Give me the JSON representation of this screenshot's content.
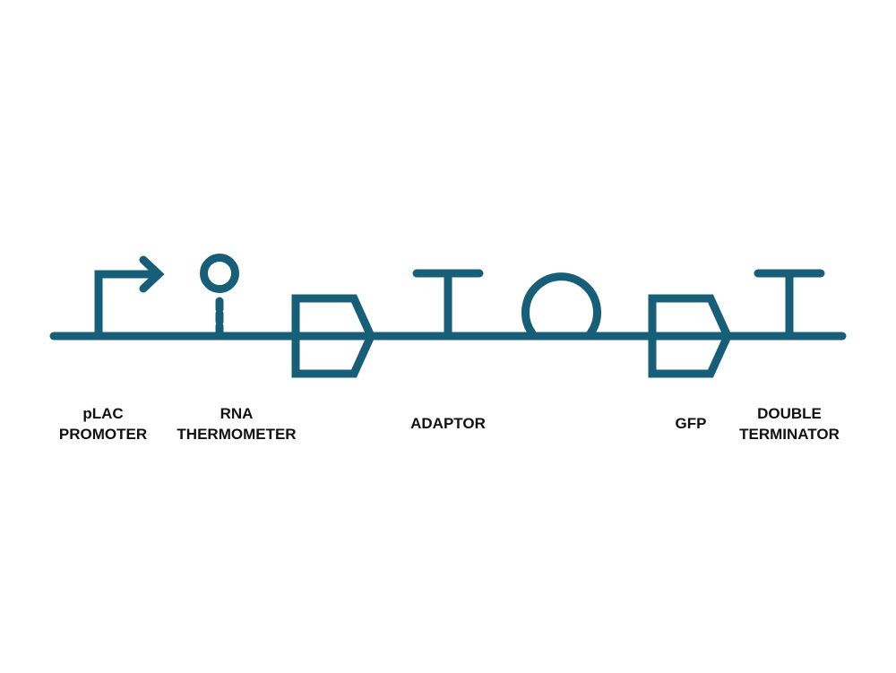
{
  "colors": {
    "stroke": "#175f78",
    "text": "#111111",
    "background": "#ffffff"
  },
  "parts": [
    {
      "type": "promoter",
      "icon": "promoter-arrow-icon",
      "label_lines": [
        "pLAC",
        "PROMOTER"
      ]
    },
    {
      "type": "rna-thermometer",
      "icon": "aptamer-icon",
      "label_lines": [
        "RNA",
        "THERMOMETER"
      ]
    },
    {
      "type": "cds",
      "icon": "cds-pentagon-icon",
      "label_lines": []
    },
    {
      "type": "terminator",
      "icon": "terminator-t-icon",
      "label_lines": [
        "ADAPTOR"
      ]
    },
    {
      "type": "rbs",
      "icon": "rbs-semicircle-icon",
      "label_lines": []
    },
    {
      "type": "cds",
      "icon": "cds-pentagon-icon",
      "label_lines": [
        "GFP"
      ]
    },
    {
      "type": "terminator",
      "icon": "terminator-t-icon",
      "label_lines": [
        "DOUBLE",
        "TERMINATOR"
      ]
    }
  ]
}
